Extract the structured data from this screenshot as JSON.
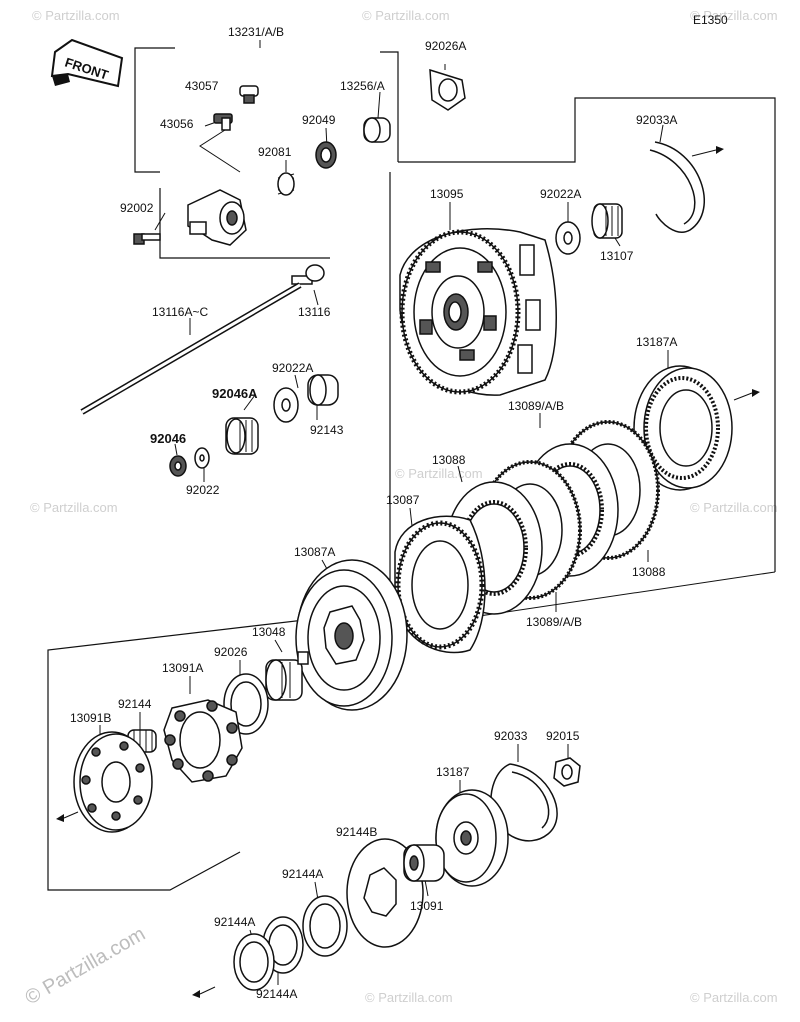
{
  "diagram": {
    "code": "E1350",
    "front_label": "FRONT",
    "watermark": "© Partzilla.com",
    "parts": {
      "p13231": "13231/A/B",
      "p92026A": "92026A",
      "p43057": "43057",
      "p13256A": "13256/A",
      "p43056": "43056",
      "p92049": "92049",
      "p92081": "92081",
      "p92002": "92002",
      "p92033A": "92033A",
      "p13095": "13095",
      "p92022A_top": "92022A",
      "p13107": "13107",
      "p13116": "13116",
      "p13116AC": "13116A~C",
      "p92022A_mid": "92022A",
      "p92046A": "92046A",
      "p92143": "92143",
      "p92046": "92046",
      "p92022": "92022",
      "p13187A": "13187A",
      "p13089_top": "13089/A/B",
      "p13088_top": "13088",
      "p13087": "13087",
      "p13088_bot": "13088",
      "p13087A": "13087A",
      "p13089_bot": "13089/A/B",
      "p13048": "13048",
      "p92026": "92026",
      "p13091A": "13091A",
      "p92144": "92144",
      "p13091B": "13091B",
      "p92033": "92033",
      "p92015": "92015",
      "p13187": "13187",
      "p92144B": "92144B",
      "p92144A_1": "92144A",
      "p13091": "13091",
      "p92144A_2": "92144A",
      "p92144A_3": "92144A"
    }
  }
}
